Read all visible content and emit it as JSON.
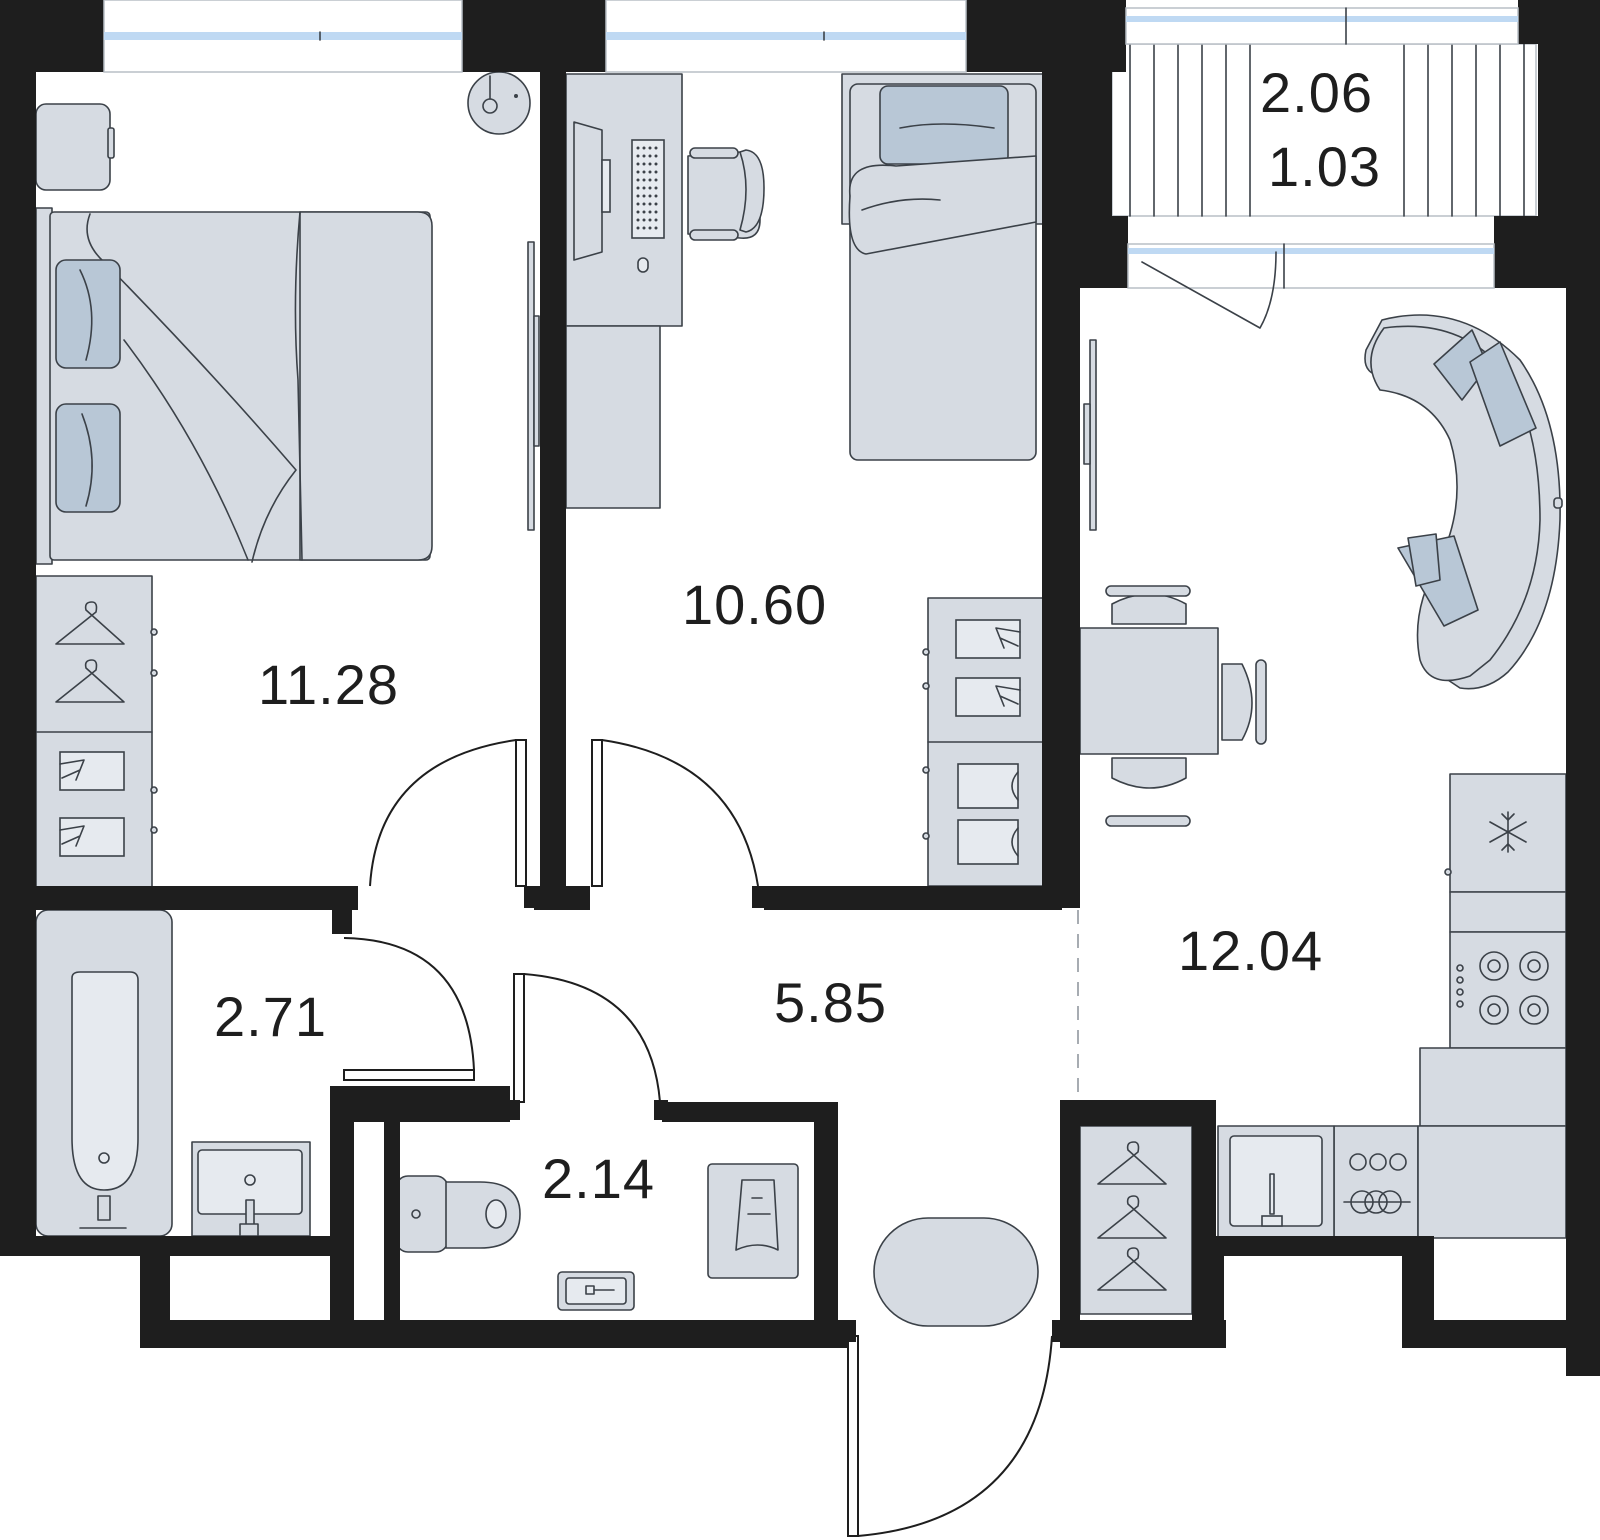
{
  "rooms": {
    "bedroom_large": {
      "area": "11.28"
    },
    "bedroom_small": {
      "area": "10.60"
    },
    "living_kitchen": {
      "area": "12.04"
    },
    "hallway": {
      "area": "5.85"
    },
    "bathroom": {
      "area": "2.71"
    },
    "toilet": {
      "area": "2.14"
    },
    "balcony": {
      "area": "2.06",
      "area_reduced": "1.03"
    }
  },
  "colors": {
    "wall": "#1e1e1e",
    "furniture_fill": "#d6dbe2",
    "pillow_fill": "#b8c7d6",
    "glass": "#bfd9f3",
    "outline": "#3b4148"
  },
  "icons": {
    "fridge_symbol": "snowflake-icon",
    "wardrobe_symbol": "hanger-icon"
  }
}
